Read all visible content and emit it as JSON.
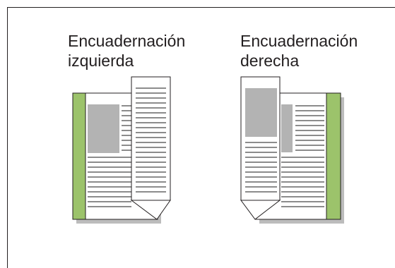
{
  "left_option": {
    "line1": "Encuadernación",
    "line2": "izquierda"
  },
  "right_option": {
    "line1": "Encuadernación",
    "line2": "derecha"
  },
  "colors": {
    "binding_strip": "#9cc36b",
    "image_block": "#b3b3b3",
    "text_line": "#8c8c8c",
    "page_border": "#231f20",
    "shadow": "#bcbcbc",
    "background": "#ffffff"
  }
}
